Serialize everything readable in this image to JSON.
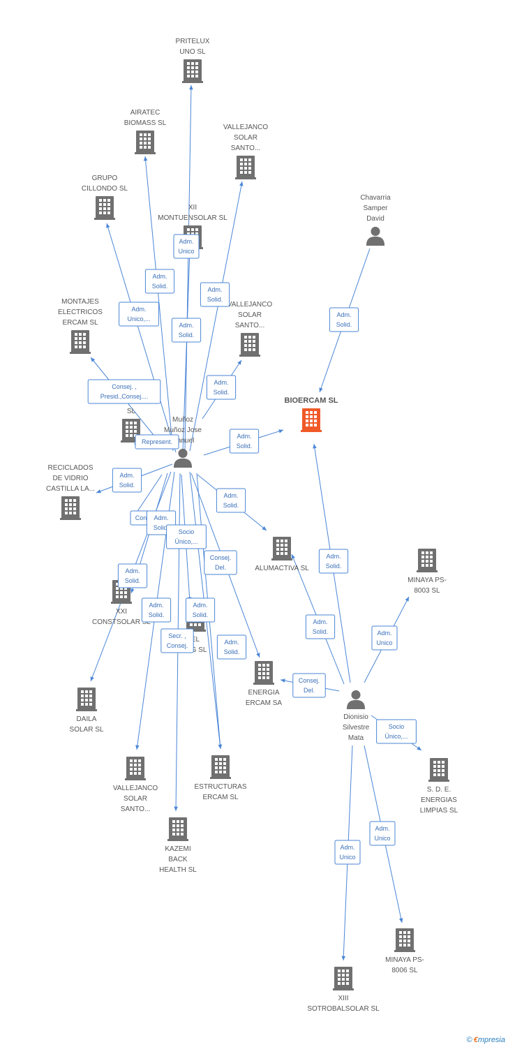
{
  "colors": {
    "edge": "#4a86d6",
    "company": "#707070",
    "focus": "#f05a28",
    "person": "#707070"
  },
  "nodes": [
    {
      "id": "pritelux",
      "type": "company",
      "label": [
        "PRITELUX",
        "UNO SL"
      ]
    },
    {
      "id": "airatec",
      "type": "company",
      "label": [
        "AIRATEC",
        "BIOMASS SL"
      ]
    },
    {
      "id": "vallejanco1",
      "type": "company",
      "label": [
        "VALLEJANCO",
        "SOLAR",
        "SANTO..."
      ]
    },
    {
      "id": "grupo",
      "type": "company",
      "label": [
        "GRUPO",
        "CILLONDO  SL"
      ]
    },
    {
      "id": "montuen",
      "type": "company",
      "label": [
        "XII",
        "MONTUENSOLAR SL"
      ]
    },
    {
      "id": "chavarria",
      "type": "person",
      "label": [
        "Chavarria",
        "Samper",
        "David"
      ]
    },
    {
      "id": "montajes",
      "type": "company",
      "label": [
        "MONTAJES",
        "ELECTRICOS",
        "ERCAM SL"
      ]
    },
    {
      "id": "vallejanco2",
      "type": "company",
      "label": [
        "VALLEJANCO",
        "SOLAR",
        "SANTO..."
      ]
    },
    {
      "id": "bioercam",
      "type": "focus",
      "label": [
        "BIOERCAM SL"
      ]
    },
    {
      "id": "hidden_sl",
      "type": "company",
      "label": [
        "SL"
      ]
    },
    {
      "id": "munoz",
      "type": "person",
      "label": [
        "Muñoz",
        "Muñoz Jose",
        "Manuel"
      ]
    },
    {
      "id": "reciclados",
      "type": "company",
      "label": [
        "RECICLADOS",
        "DE VIDRIO",
        "CASTILLA LA..."
      ]
    },
    {
      "id": "alumactiva",
      "type": "company",
      "label": [
        "ALUMACTIVA SL"
      ]
    },
    {
      "id": "minaya8003",
      "type": "company",
      "label": [
        "MINAYA PS-",
        "8003 SL"
      ]
    },
    {
      "id": "xxi",
      "type": "company",
      "label": [
        "XXI",
        "CONSTSOLAR SL"
      ]
    },
    {
      "id": "ing",
      "type": "company",
      "label": [
        "EL",
        "ING SL"
      ]
    },
    {
      "id": "energia",
      "type": "company",
      "label": [
        "ENERGIA",
        "ERCAM SA"
      ]
    },
    {
      "id": "daila",
      "type": "company",
      "label": [
        "DAILA",
        "SOLAR SL"
      ]
    },
    {
      "id": "dionisio",
      "type": "person",
      "label": [
        "Dionisio",
        "Silvestre",
        "Mata"
      ]
    },
    {
      "id": "sde",
      "type": "company",
      "label": [
        "S.  D. E.",
        "ENERGIAS",
        "LIMPIAS SL"
      ]
    },
    {
      "id": "vallejanco3",
      "type": "company",
      "label": [
        "VALLEJANCO",
        "SOLAR",
        "SANTO..."
      ]
    },
    {
      "id": "estructuras",
      "type": "company",
      "label": [
        "ESTRUCTURAS",
        "ERCAM SL"
      ]
    },
    {
      "id": "kazemi",
      "type": "company",
      "label": [
        "KAZEMI",
        "BACK",
        "HEALTH SL"
      ]
    },
    {
      "id": "minaya8006",
      "type": "company",
      "label": [
        "MINAYA PS-",
        "8006 SL"
      ]
    },
    {
      "id": "xiii",
      "type": "company",
      "label": [
        "XIII",
        "SOTROBALSOLAR SL"
      ]
    }
  ],
  "edges": [
    {
      "from": "munoz",
      "to": "pritelux",
      "label": [
        "Adm.",
        "Unico"
      ]
    },
    {
      "from": "munoz",
      "to": "airatec",
      "label": [
        "Adm.",
        "Solid."
      ]
    },
    {
      "from": "munoz",
      "to": "vallejanco1",
      "label": [
        "Adm.",
        "Solid."
      ]
    },
    {
      "from": "munoz",
      "to": "grupo",
      "label": [
        "Adm.",
        "Unico,..."
      ]
    },
    {
      "from": "munoz",
      "to": "montuen",
      "label": [
        "Adm.",
        "Solid."
      ]
    },
    {
      "from": "munoz",
      "to": "vallejanco2",
      "label": [
        "Adm.",
        "Solid."
      ]
    },
    {
      "from": "munoz",
      "to": "montajes",
      "label": [
        "Consej. ,",
        "Presid.,Consej...."
      ]
    },
    {
      "from": "munoz",
      "to": "bioercam",
      "label": [
        "Adm.",
        "Solid."
      ]
    },
    {
      "from": "munoz",
      "to": "hidden_sl",
      "label": [
        "Represent."
      ]
    },
    {
      "from": "munoz",
      "to": "reciclados",
      "label": [
        "Adm.",
        "Solid."
      ]
    },
    {
      "from": "munoz",
      "to": "alumactiva",
      "label": [
        "Adm.",
        "Solid."
      ]
    },
    {
      "from": "munoz",
      "to": "xxi",
      "label": [
        "Con"
      ]
    },
    {
      "from": "munoz",
      "to": "xxi",
      "label": [
        "Adm.",
        "Solid."
      ]
    },
    {
      "from": "munoz",
      "to": "ing",
      "label": [
        "Socio",
        "Único,..."
      ]
    },
    {
      "from": "munoz",
      "to": "energia",
      "label": [
        "Consej.",
        "Del."
      ]
    },
    {
      "from": "munoz",
      "to": "daila",
      "label": [
        "Adm.",
        "Solid."
      ]
    },
    {
      "from": "munoz",
      "to": "vallejanco3",
      "label": [
        "Adm.",
        "Solid."
      ]
    },
    {
      "from": "munoz",
      "to": "estructuras",
      "label": [
        "Adm.",
        "Solid."
      ]
    },
    {
      "from": "munoz",
      "to": "kazemi",
      "label": [
        "Secr. ,",
        "Consej."
      ]
    },
    {
      "from": "munoz",
      "to": "estructuras",
      "label": [
        "Adm.",
        "Solid."
      ]
    },
    {
      "from": "chavarria",
      "to": "bioercam",
      "label": [
        "Adm.",
        "Solid."
      ]
    },
    {
      "from": "dionisio",
      "to": "bioercam",
      "label": [
        "Adm.",
        "Solid."
      ]
    },
    {
      "from": "dionisio",
      "to": "alumactiva",
      "label": [
        "Adm.",
        "Solid."
      ]
    },
    {
      "from": "dionisio",
      "to": "minaya8003",
      "label": [
        "Adm.",
        "Unico"
      ]
    },
    {
      "from": "dionisio",
      "to": "energia",
      "label": [
        "Consej.",
        "Del."
      ]
    },
    {
      "from": "dionisio",
      "to": "sde",
      "label": [
        "Socio",
        "Único,..."
      ]
    },
    {
      "from": "dionisio",
      "to": "minaya8006",
      "label": [
        "Adm.",
        "Unico"
      ]
    },
    {
      "from": "dionisio",
      "to": "xiii",
      "label": [
        "Adm.",
        "Unico"
      ]
    }
  ],
  "footer": {
    "copyright": "©",
    "brand_first": "€",
    "brand_rest": "mpresia"
  }
}
